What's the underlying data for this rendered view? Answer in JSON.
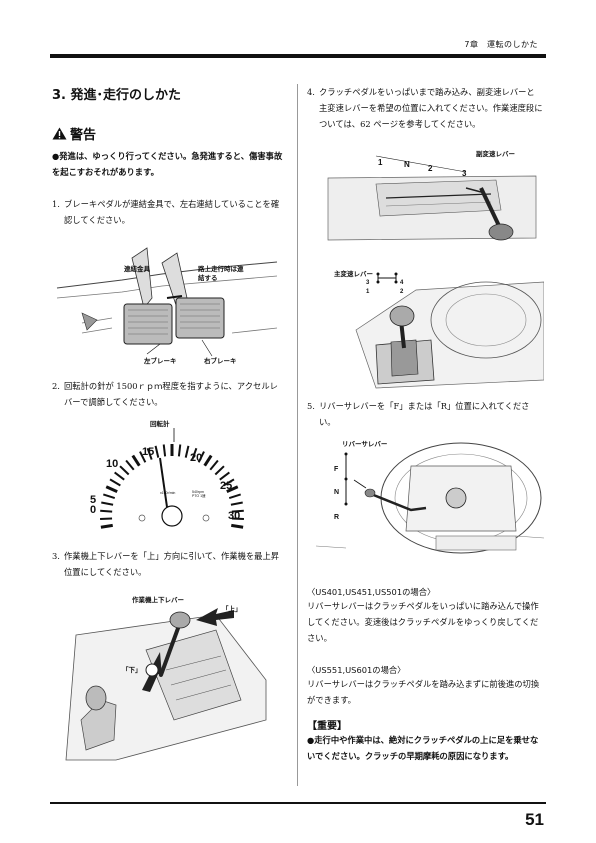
{
  "header": {
    "chapter": "7章　運転のしかた"
  },
  "page_number": "51",
  "section": {
    "title": "3. 発進･走行のしかた"
  },
  "warning": {
    "title": "警告",
    "text": "●発進は、ゆっくり行ってください。急発進すると、傷害事故を起こすおそれがあります。"
  },
  "steps": [
    {
      "num": "1.",
      "text": "ブレーキペダルが連結金具で、左右連結していることを確認してください。"
    },
    {
      "num": "2.",
      "text": "回転計の針が 1500ｒｐｍ程度を指すように、アクセルレバーで調節してください。"
    },
    {
      "num": "3.",
      "text": "作業機上下レバーを「上」方向に引いて、作業機を最上昇位置にしてください。"
    },
    {
      "num": "4.",
      "text": "クラッチペダルをいっぱいまで踏み込み、副変速レバーと主変速レバーを希望の位置に入れてください。作業速度段については、62 ページを参考してください。"
    },
    {
      "num": "5.",
      "text": "リバーサレバーを「F」または「R」位置に入れてください。"
    }
  ],
  "fig_brake": {
    "connector": "連結金具",
    "road_note": "路上走行時は連結する",
    "left": "左ブレーキ",
    "right": "右ブレーキ"
  },
  "fig_tacho": {
    "title": "回転計",
    "ticks": [
      "0",
      "5",
      "10",
      "15",
      "20",
      "25",
      "30"
    ],
    "unit": "x100r/min",
    "pto": "540rpm PTO 1速"
  },
  "fig_lift": {
    "lever": "作業機上下レバー",
    "up": "「上」",
    "down": "「下」"
  },
  "fig_sub": {
    "lever": "副変速レバー",
    "positions": [
      "1",
      "N",
      "2",
      "3"
    ]
  },
  "fig_main": {
    "lever": "主変速レバー",
    "gears": [
      "3",
      "4",
      "1",
      "2"
    ]
  },
  "fig_reverser": {
    "lever": "リバーサレバー",
    "positions": [
      "F",
      "N",
      "R"
    ]
  },
  "note1": {
    "head": "〈US401,US451,US501の場合〉",
    "text": "リバーサレバーはクラッチペダルをいっぱいに踏み込んで操作してください。変速後はクラッチペダルをゆっくり戻してください。"
  },
  "note2": {
    "head": "〈US551,US601の場合〉",
    "text": "リバーサレバーはクラッチペダルを踏み込まずに前後進の切換ができます。"
  },
  "important": {
    "title": "【重要】",
    "text": "●走行中や作業中は、絶対にクラッチペダルの上に足を乗せないでください。クラッチの早期摩耗の原因になります。"
  }
}
